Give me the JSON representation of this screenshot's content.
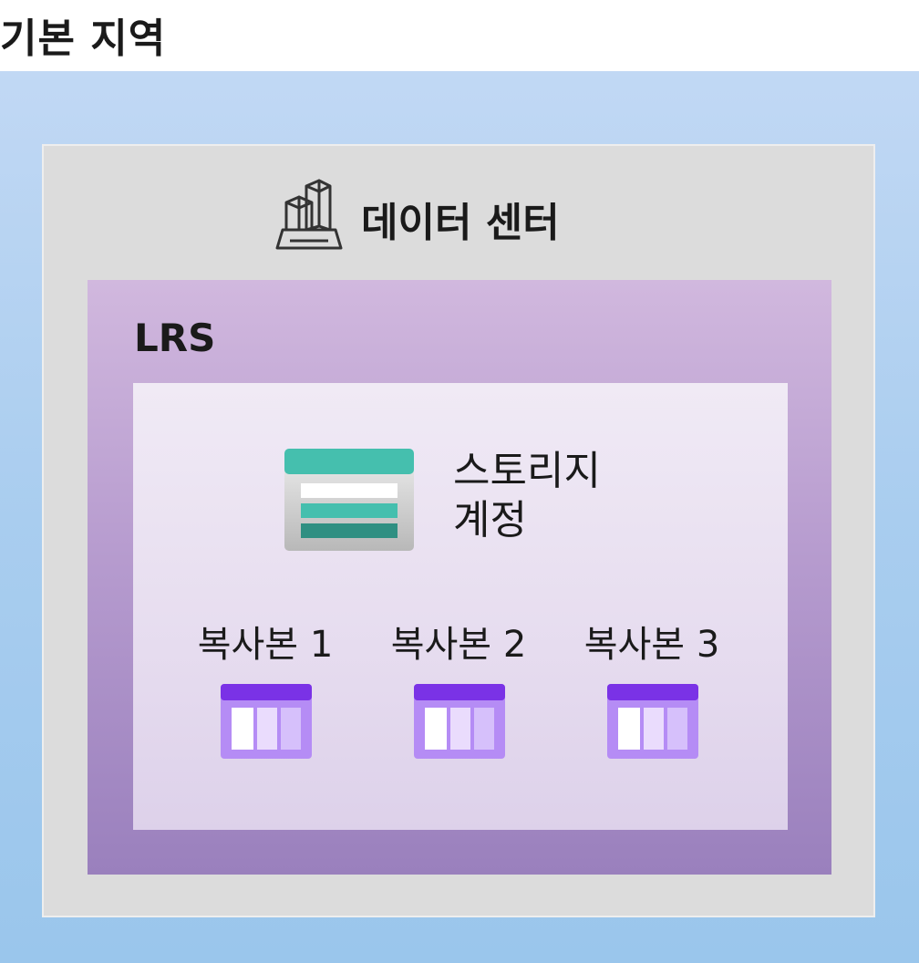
{
  "region": {
    "title": "기본 지역"
  },
  "datacenter": {
    "label": "데이터 센터",
    "icon": "datacenter-building-icon"
  },
  "lrs": {
    "label": "LRS"
  },
  "storage_account": {
    "label_line1": "스토리지",
    "label_line2": "계정",
    "icon": "storage-account-icon",
    "colors": {
      "teal": "#45bfae",
      "dark_teal": "#2f8f82",
      "body": "#d9d9d9"
    }
  },
  "replicas": [
    {
      "label": "복사본 1",
      "icon": "table-icon"
    },
    {
      "label": "복사본 2",
      "icon": "table-icon"
    },
    {
      "label": "복사본 3",
      "icon": "table-icon"
    }
  ],
  "colors": {
    "region_bg": "#a9cdef",
    "datacenter_bg": "#dcdcdc",
    "lrs_bg": "#b79ccf",
    "inner_bg": "#e6dcef",
    "replica_purple": "#8a3ff0"
  }
}
